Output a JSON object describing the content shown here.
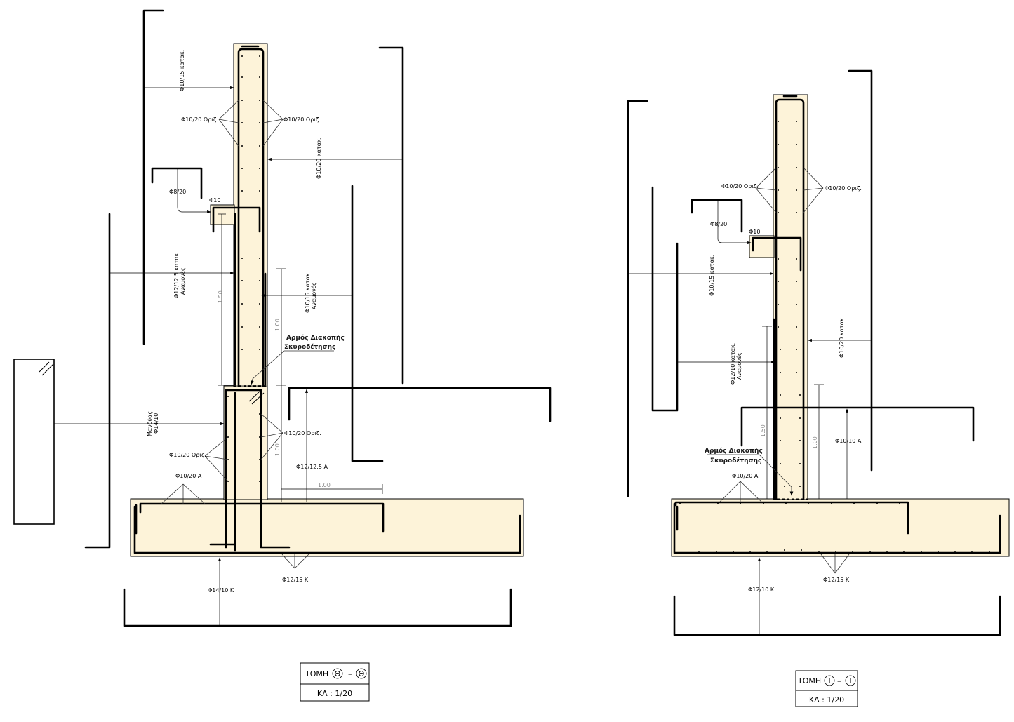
{
  "section_theta": {
    "labels": {
      "top_vert": "Φ10/15 κατακ.",
      "horiz_left": "Φ10/20 Οριζ.",
      "horiz_right": "Φ10/20 Οριζ.",
      "right_vert": "Φ10/20 κατακ.",
      "stirrup": "Φ8/20",
      "corbel_bar": "Φ10",
      "starter_left_1": "Φ12/12.5 κατακ.",
      "starter_left_2": "Αναμονές",
      "starter_right_1": "Φ10/15 κατακ.",
      "starter_right_2": "Αναμονές",
      "joint_1": "Αρμός Διακοπής",
      "joint_2": "Σκυροδέτησης",
      "jacket_1": "Μανδύας",
      "jacket_2": "Φ14/10",
      "jacket_horiz_left": "Φ10/20 Οριζ.",
      "jacket_horiz_right": "Φ10/20 Οριζ.",
      "top_footing": "Φ10/20 Α",
      "top_l_bar": "Φ12/12.5 Α",
      "bottom_dist": "Φ12/15 Κ",
      "bottom_main": "Φ14/10 Κ",
      "dim_150": "1.50",
      "dim_100_a": "1.00",
      "dim_100_b": "1.00",
      "dim_100_h": "1.00"
    },
    "title": {
      "prefix": "ΤΟΜΗ",
      "mark": "Θ",
      "dash": "–",
      "scale": "ΚΛ : 1/20"
    }
  },
  "section_iota": {
    "labels": {
      "horiz_left": "Φ10/20 Οριζ.",
      "horiz_right": "Φ10/20 Οριζ.",
      "stirrup": "Φ8/20",
      "corbel_bar": "Φ10",
      "left_vert": "Φ10/15 κατακ.",
      "starter_1": "Φ12/10 κατακ.",
      "starter_2": "Αναμονές",
      "right_vert": "Φ10/20 κατακ.",
      "joint_1": "Αρμός Διακοπής",
      "joint_2": "Σκυροδέτησης",
      "top_footing": "Φ10/20 Α",
      "top_l_bar": "Φ10/10 Α",
      "bottom_dist": "Φ12/15 Κ",
      "bottom_main": "Φ12/10 Κ",
      "dim_150": "1.50",
      "dim_100": "1.00"
    },
    "title": {
      "prefix": "ΤΟΜΗ",
      "mark": "Ι",
      "dash": "–",
      "scale": "ΚΛ : 1/20"
    }
  }
}
